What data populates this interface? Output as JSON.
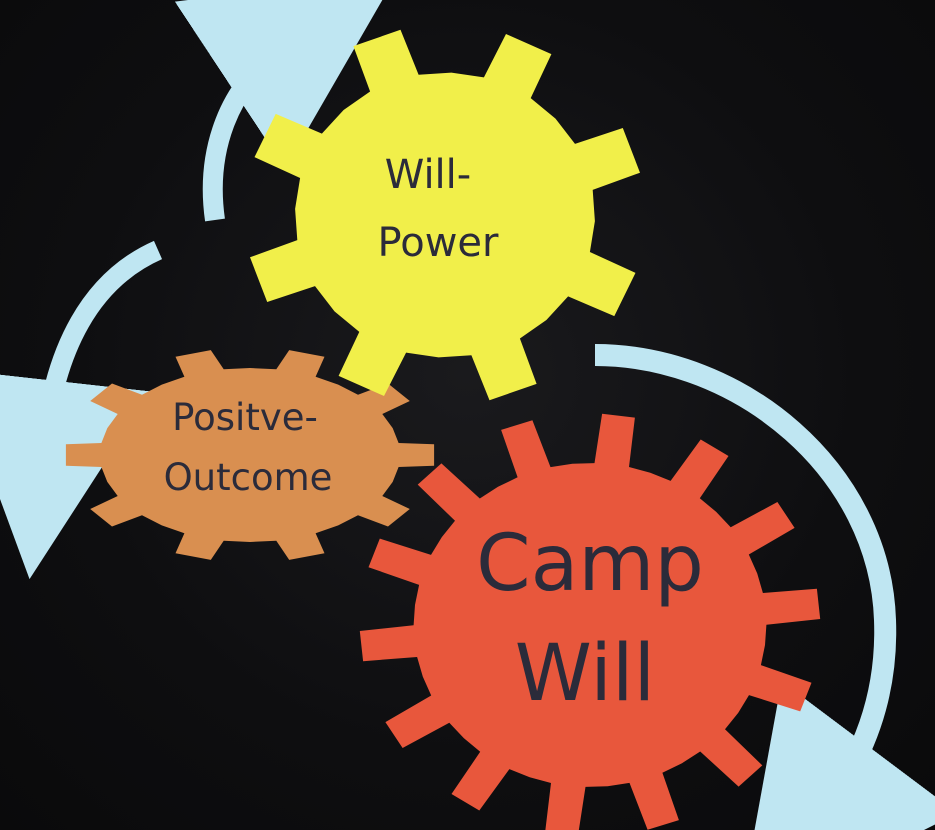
{
  "diagram": {
    "gears": {
      "willpower": {
        "line1": "Will-",
        "line2": "Power",
        "color": "#f1ef4a"
      },
      "positive": {
        "line1": "Positve-",
        "line2": "Outcome",
        "color": "#d98f50"
      },
      "camp": {
        "line1": "Camp",
        "line2": "Will",
        "color": "#e8573c"
      }
    },
    "arrows": {
      "color": "#bfe6f2"
    }
  }
}
